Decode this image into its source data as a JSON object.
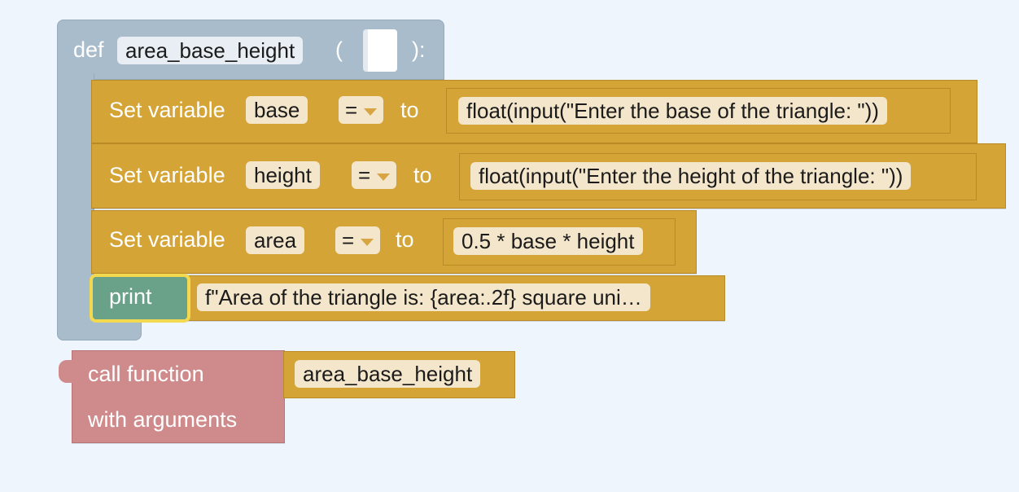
{
  "function_def": {
    "keyword": "def",
    "name": "area_base_height",
    "open_paren": "(",
    "close_paren": "):"
  },
  "statements": [
    {
      "prefix": "Set variable",
      "name": "base",
      "operator": "=",
      "to": "to",
      "value": "float(input(\"Enter the base of the triangle: \"))"
    },
    {
      "prefix": "Set variable",
      "name": "height",
      "operator": "=",
      "to": "to",
      "value": "float(input(\"Enter the height of the triangle: \"))"
    },
    {
      "prefix": "Set variable",
      "name": "area",
      "operator": "=",
      "to": "to",
      "value": "0.5 * base * height"
    }
  ],
  "print_block": {
    "label": "print",
    "value": "f\"Area of the triangle is: {area:.2f} square uni…"
  },
  "call_block": {
    "label_line1": "call function",
    "label_line2": "with arguments",
    "function_name": "area_base_height"
  },
  "colors": {
    "background": "#eef5fc",
    "def_block": "#a9bccb",
    "variable_block": "#d4a437",
    "print_block": "#6aa189",
    "print_highlight": "#f2d94f",
    "call_block": "#cf8a8c"
  }
}
